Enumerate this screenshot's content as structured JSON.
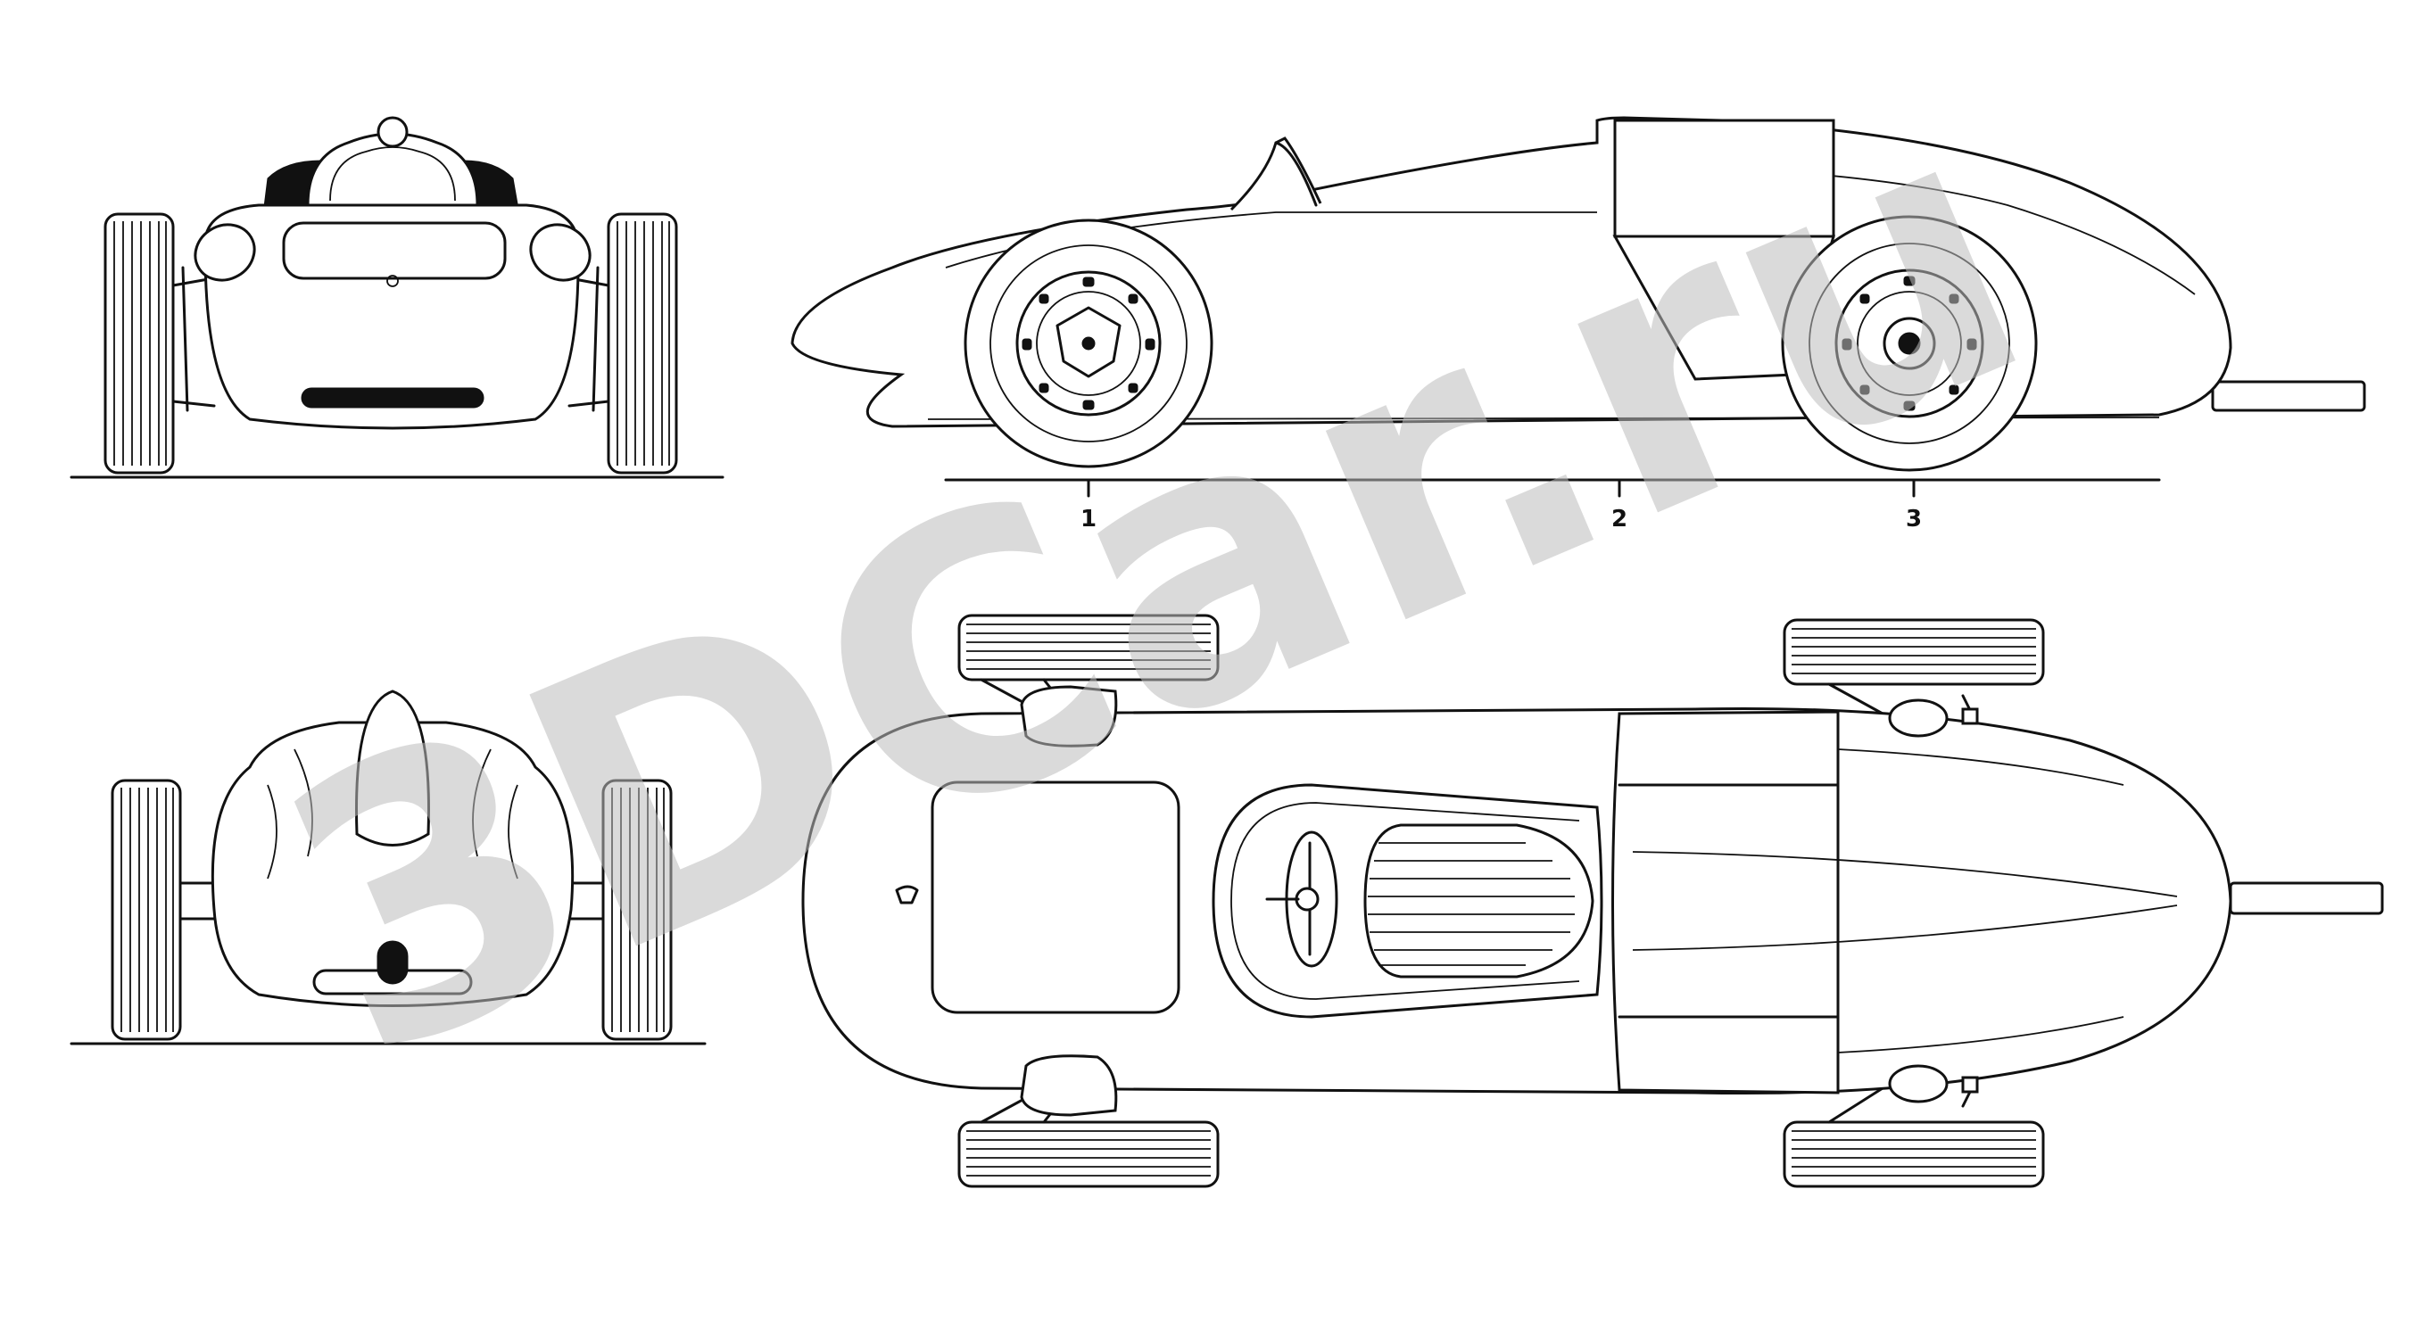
{
  "watermark": {
    "text": "3DCar.ru",
    "color": "#bdbdbd"
  },
  "views": [
    {
      "id": "front",
      "icon": "front-view-icon"
    },
    {
      "id": "side",
      "icon": "side-view-icon"
    },
    {
      "id": "rear",
      "icon": "rear-view-icon"
    },
    {
      "id": "top",
      "icon": "top-view-icon"
    }
  ],
  "side_markers": [
    "1",
    "2",
    "3"
  ],
  "colors": {
    "ink": "#111111",
    "paper": "#ffffff"
  }
}
